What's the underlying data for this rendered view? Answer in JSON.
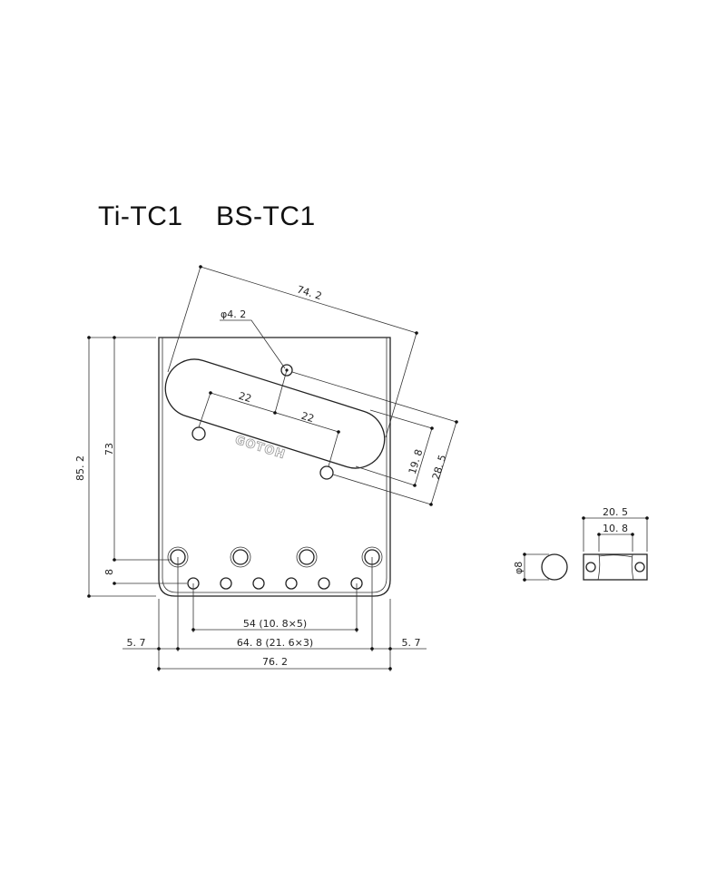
{
  "titles": [
    "Ti-TC1",
    "BS-TC1"
  ],
  "logo": "GOTOH",
  "dimensions": {
    "overall_diagonal": "74. 2",
    "hole_diameter": "φ4. 2",
    "pickup_half_left": "22",
    "pickup_half_right": "22",
    "slot_offset_a": "19. 8",
    "slot_offset_b": "28. 5",
    "overall_height": "85. 2",
    "height_to_saddle_holes": "73",
    "saddle_hole_spacing": "8",
    "string_spacing": "54 (10. 8×5)",
    "saddle_span": "64. 8 (21. 6×3)",
    "edge_left": "5. 7",
    "edge_right": "5. 7",
    "overall_width": "76. 2",
    "saddle_diameter": "φ8",
    "saddle_length": "20. 5",
    "saddle_groove": "10. 8"
  }
}
